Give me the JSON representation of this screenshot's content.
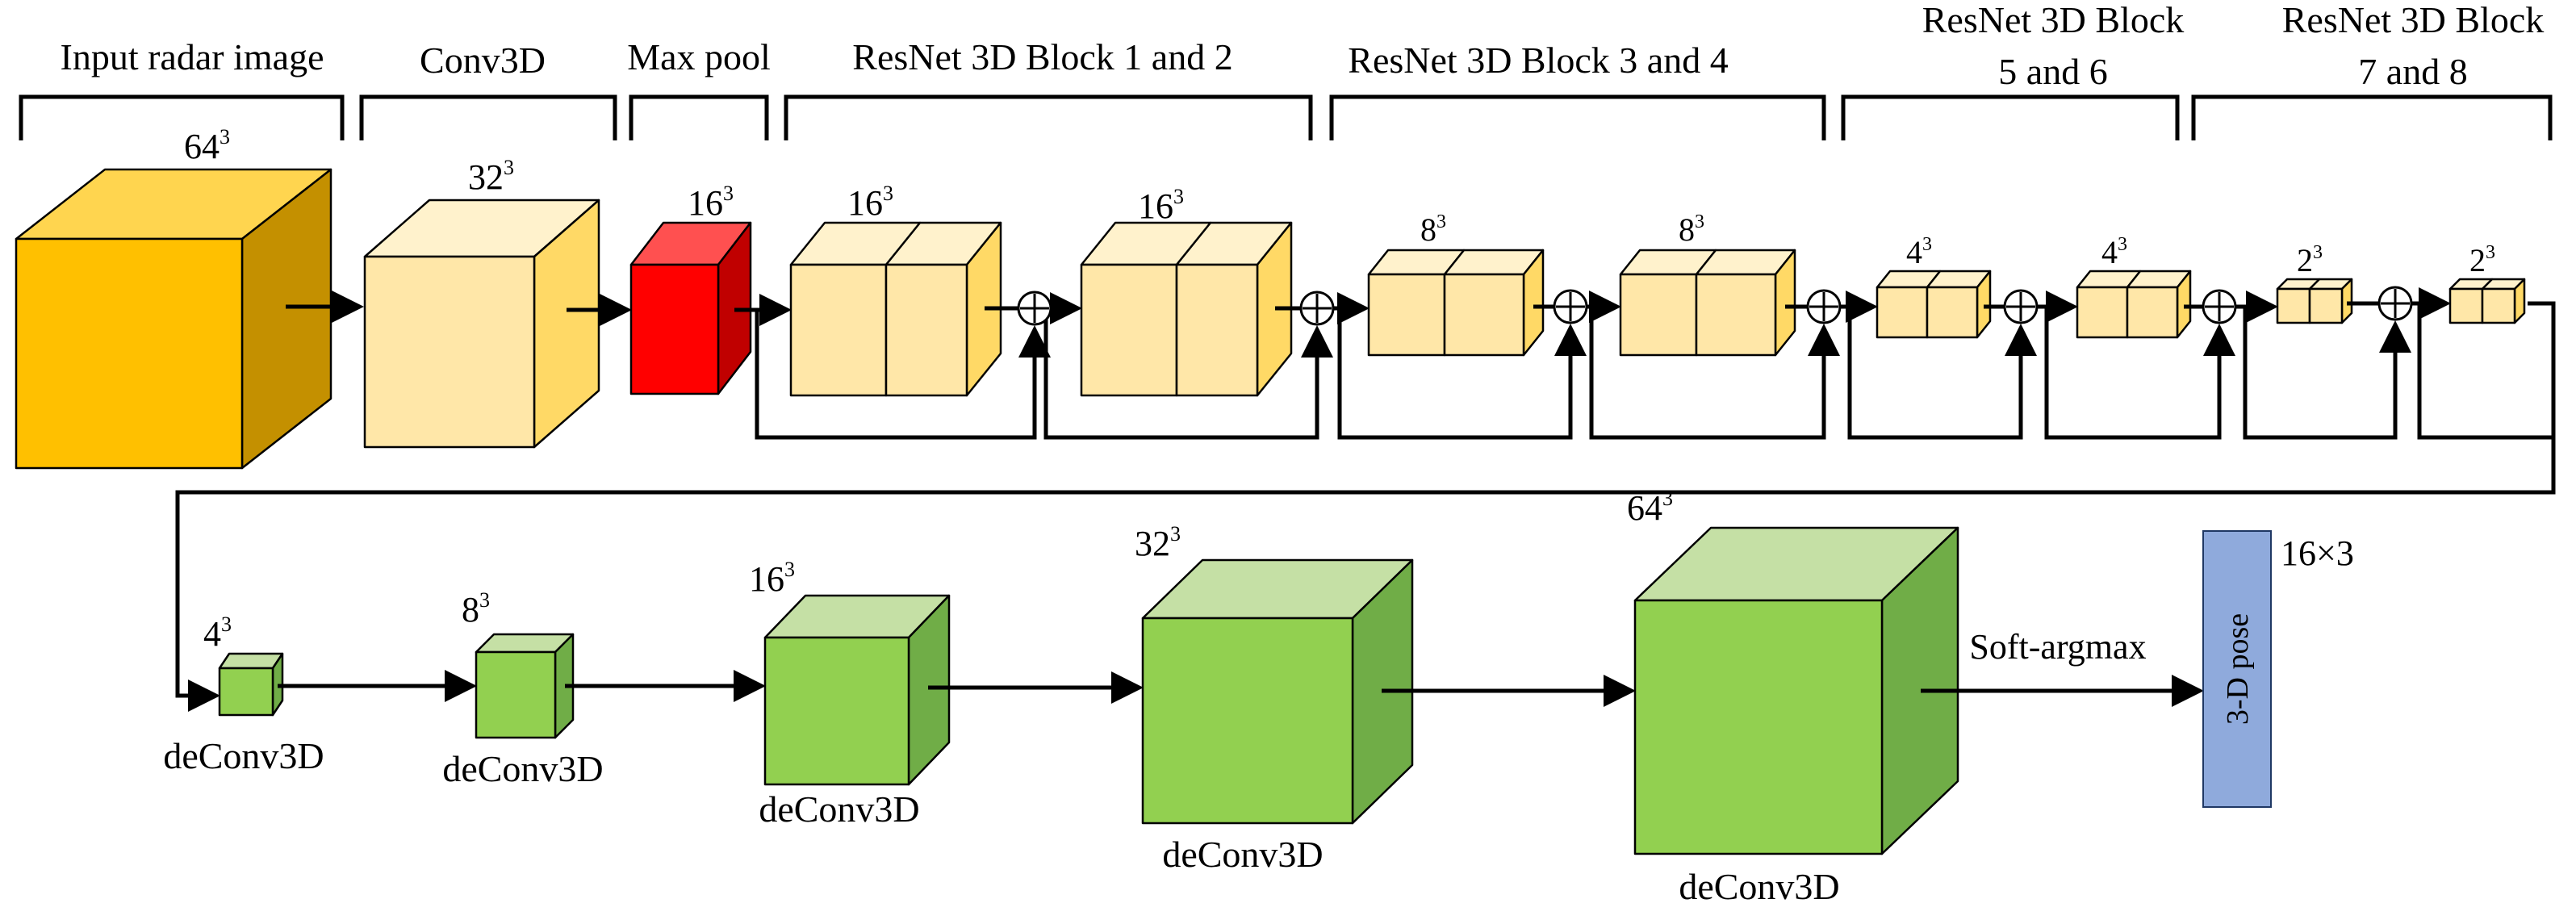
{
  "colors": {
    "input_front": "#ffc000",
    "input_top": "#ffd54f",
    "input_side": "#c49000",
    "conv_front": "#ffe7a8",
    "conv_top": "#fff2cc",
    "conv_side": "#ffd966",
    "pool_front": "#ff0000",
    "pool_top": "#ff5050",
    "pool_side": "#c00000",
    "green_front": "#92d050",
    "green_top": "#c5e0a5",
    "green_side": "#70ad47",
    "pose_fill": "#8faadc"
  },
  "headers": {
    "input": "Input radar image",
    "conv3d": "Conv3D",
    "maxpool": "Max pool",
    "block12": "ResNet 3D Block 1 and 2",
    "block34": "ResNet 3D Block 3 and 4",
    "block56": [
      "ResNet 3D Block",
      "5 and 6"
    ],
    "block78": [
      "ResNet 3D Block",
      "7 and 8"
    ]
  },
  "encoder_dims": {
    "input": {
      "base": "64",
      "exp": "3"
    },
    "conv": {
      "base": "32",
      "exp": "3"
    },
    "pool": {
      "base": "16",
      "exp": "3"
    },
    "b1": {
      "base": "16",
      "exp": "3"
    },
    "b2": {
      "base": "16",
      "exp": "3"
    },
    "b3": {
      "base": "8",
      "exp": "3"
    },
    "b4": {
      "base": "8",
      "exp": "3"
    },
    "b5": {
      "base": "4",
      "exp": "3"
    },
    "b6": {
      "base": "4",
      "exp": "3"
    },
    "b7": {
      "base": "2",
      "exp": "3"
    },
    "b8": {
      "base": "2",
      "exp": "3"
    }
  },
  "decoder": [
    {
      "base": "4",
      "exp": "3",
      "label": "deConv3D"
    },
    {
      "base": "8",
      "exp": "3",
      "label": "deConv3D"
    },
    {
      "base": "16",
      "exp": "3",
      "label": "deConv3D"
    },
    {
      "base": "32",
      "exp": "3",
      "label": "deConv3D"
    },
    {
      "base": "64",
      "exp": "3",
      "label": "deConv3D"
    }
  ],
  "soft_argmax": "Soft-argmax",
  "pose_label": "3-D pose",
  "pose_dim": "16×3"
}
